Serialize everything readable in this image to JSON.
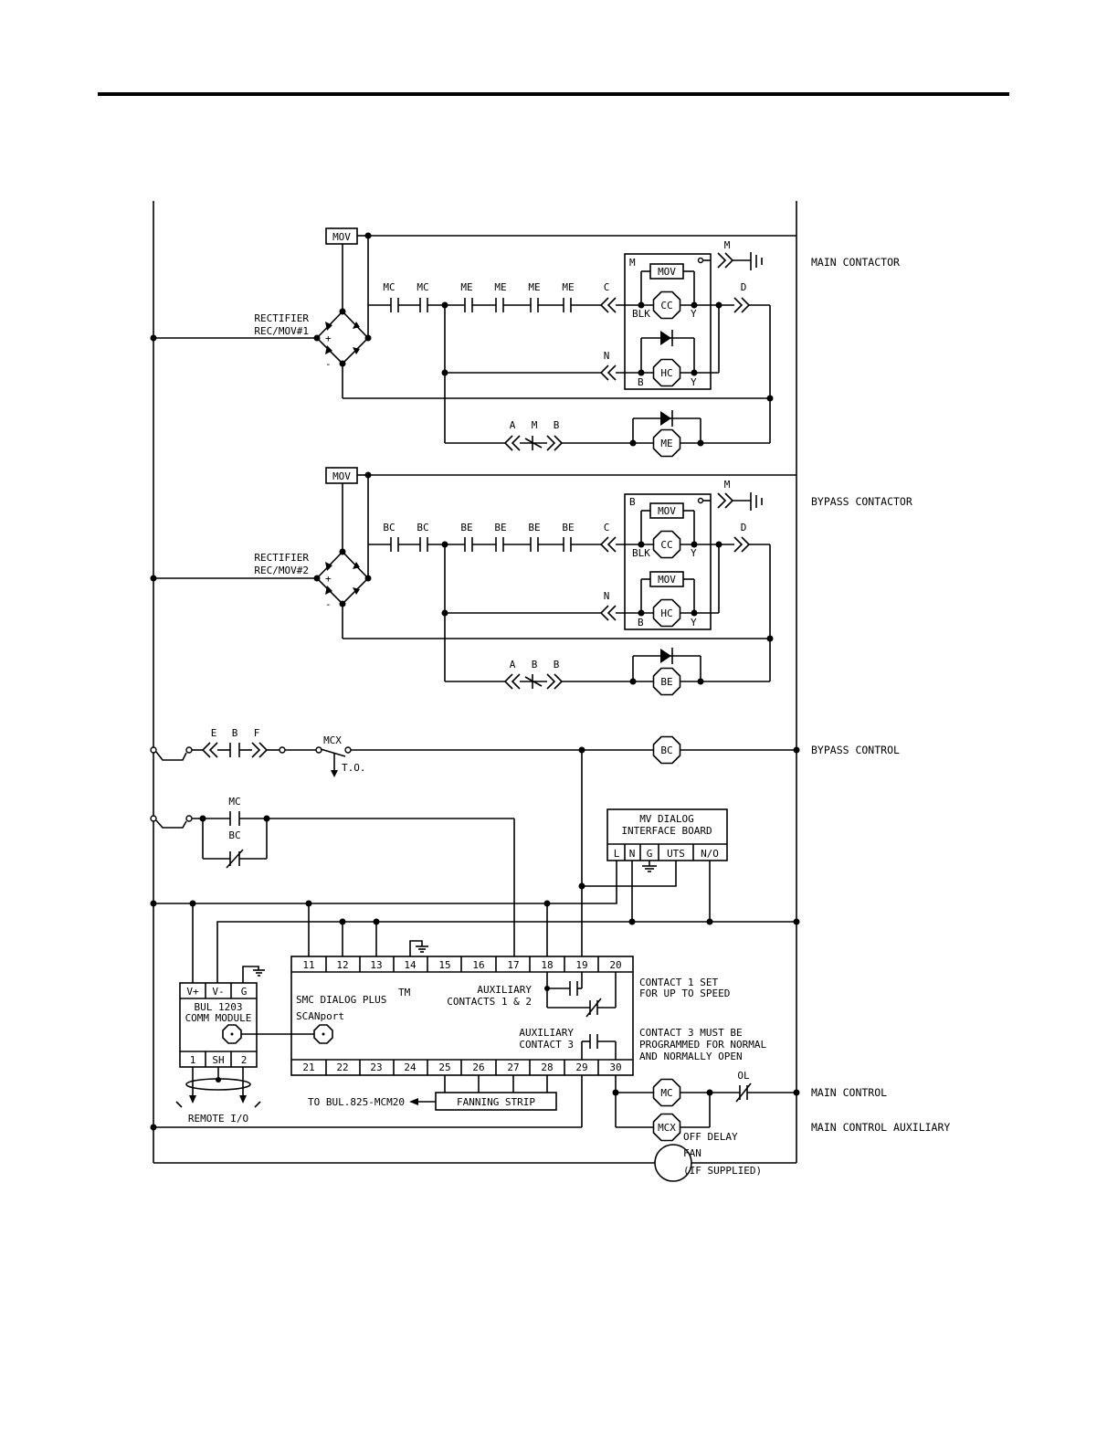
{
  "rung_labels": {
    "main_contactor": "MAIN CONTACTOR",
    "bypass_contactor": "BYPASS CONTACTOR",
    "bypass_control": "BYPASS CONTROL",
    "main_control": "MAIN CONTROL",
    "main_control_auxiliary": "MAIN CONTROL AUXILIARY"
  },
  "main_circuit": {
    "mov": "MOV",
    "rectifier_line1": "RECTIFIER",
    "rectifier_line2": "REC/MOV#1",
    "contacts": [
      "MC",
      "MC",
      "ME",
      "ME",
      "ME",
      "ME"
    ],
    "plug_c": "C",
    "plug_d": "D",
    "plug_m": "M",
    "plug_n": "N",
    "box_label": "M",
    "box_mov": "MOV",
    "coil_cc": "CC",
    "coil_hc": "HC",
    "blk": "BLK",
    "y1": "Y",
    "b": "B",
    "y2": "Y",
    "plug_row": [
      "A",
      "M",
      "B"
    ],
    "coil_me": "ME"
  },
  "bypass_circuit": {
    "mov": "MOV",
    "rectifier_line1": "RECTIFIER",
    "rectifier_line2": "REC/MOV#2",
    "contacts": [
      "BC",
      "BC",
      "BE",
      "BE",
      "BE",
      "BE"
    ],
    "plug_c": "C",
    "plug_d": "D",
    "plug_m": "M",
    "plug_n": "N",
    "box_label": "B",
    "box_mov": "MOV",
    "box_mov2": "MOV",
    "coil_cc": "CC",
    "coil_hc": "HC",
    "blk": "BLK",
    "y1": "Y",
    "b": "B",
    "y2": "Y",
    "plug_row": [
      "A",
      "B",
      "B"
    ],
    "coil_be": "BE"
  },
  "bypass_control": {
    "plug_labels": [
      "E",
      "B",
      "F"
    ],
    "mcx": "MCX",
    "to": "T.O.",
    "coil_bc": "BC"
  },
  "control": {
    "mc": "MC",
    "bc": "BC"
  },
  "interface_board": {
    "title1": "MV DIALOG",
    "title2": "INTERFACE BOARD",
    "terminals": [
      "L",
      "N",
      "G",
      "UTS",
      "N/O"
    ]
  },
  "comm_module": {
    "top_terminals": [
      "V+",
      "V-",
      "G"
    ],
    "title1": "BUL 1203",
    "title2": "COMM MODULE",
    "bottom_terminals": [
      "1",
      "SH",
      "2"
    ],
    "remote_io": "REMOTE I/O"
  },
  "smc": {
    "top_terminals": [
      "11",
      "12",
      "13",
      "14",
      "15",
      "16",
      "17",
      "18",
      "19",
      "20"
    ],
    "bottom_terminals": [
      "21",
      "22",
      "23",
      "24",
      "25",
      "26",
      "27",
      "28",
      "29",
      "30"
    ],
    "name": "SMC DIALOG PLUS",
    "tm": "TM",
    "scanport": "SCANport",
    "aux12_line1": "AUXILIARY",
    "aux12_line2": "CONTACTS 1 & 2",
    "aux3_line1": "AUXILIARY",
    "aux3_line2": "CONTACT 3"
  },
  "notes": {
    "contact1_line1": "CONTACT 1 SET",
    "contact1_line2": "FOR UP TO SPEED",
    "contact3_line1": "CONTACT 3 MUST BE",
    "contact3_line2": "PROGRAMMED FOR NORMAL",
    "contact3_line3": "AND NORMALLY OPEN"
  },
  "fanning_strip": "FANNING STRIP",
  "to_bul": "TO BUL.825-MCM20",
  "main_control": {
    "coil_mc": "MC",
    "ol": "OL",
    "coil_mcx": "MCX",
    "off_delay": "OFF DELAY"
  },
  "fan": {
    "label": "FAN",
    "note": "(IF SUPPLIED)"
  }
}
